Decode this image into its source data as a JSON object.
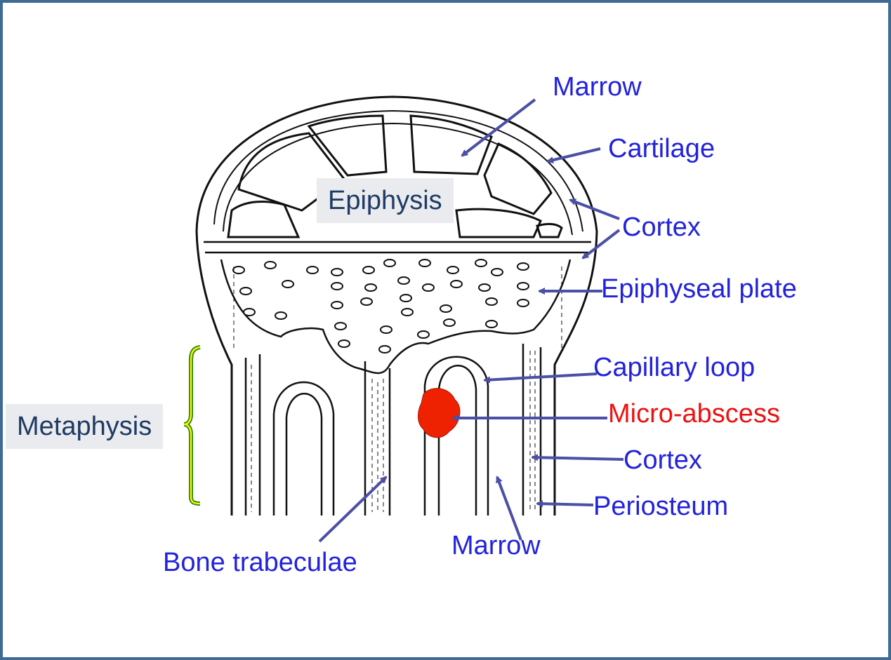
{
  "labels": {
    "marrow_top": "Marrow",
    "cartilage": "Cartilage",
    "epiphysis": "Epiphysis",
    "cortex_top": "Cortex",
    "epiphyseal_plate": "Epiphyseal plate",
    "capillary_loop": "Capillary loop",
    "micro_abscess": "Micro-abscess",
    "cortex_bottom": "Cortex",
    "periosteum": "Periosteum",
    "metaphysis": "Metaphysis",
    "bone_trabeculae": "Bone trabeculae",
    "marrow_bottom": "Marrow"
  },
  "colors": {
    "label_blue": "#2222dd",
    "label_red": "#ee1111",
    "arrow": "#4b4fa6",
    "bone_line": "#111111",
    "abscess_fill": "#ee2200",
    "bracket_outer": "#228811",
    "bracket_inner": "#ffee00",
    "box_fill": "#e9ebee",
    "box_text": "#1f3b64",
    "frame": "#3f6a94"
  }
}
